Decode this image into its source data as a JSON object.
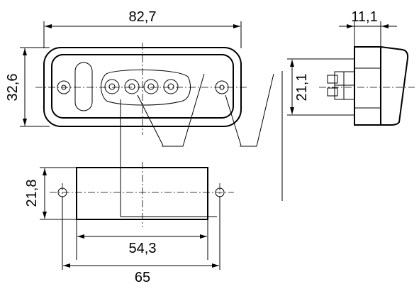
{
  "dimensions": {
    "front_width": "82,7",
    "front_height": "32,6",
    "side_depth": "11,1",
    "side_height": "21,1",
    "cutout_height": "21,8",
    "hole_spacing": "54,3",
    "cutout_width": "65"
  }
}
